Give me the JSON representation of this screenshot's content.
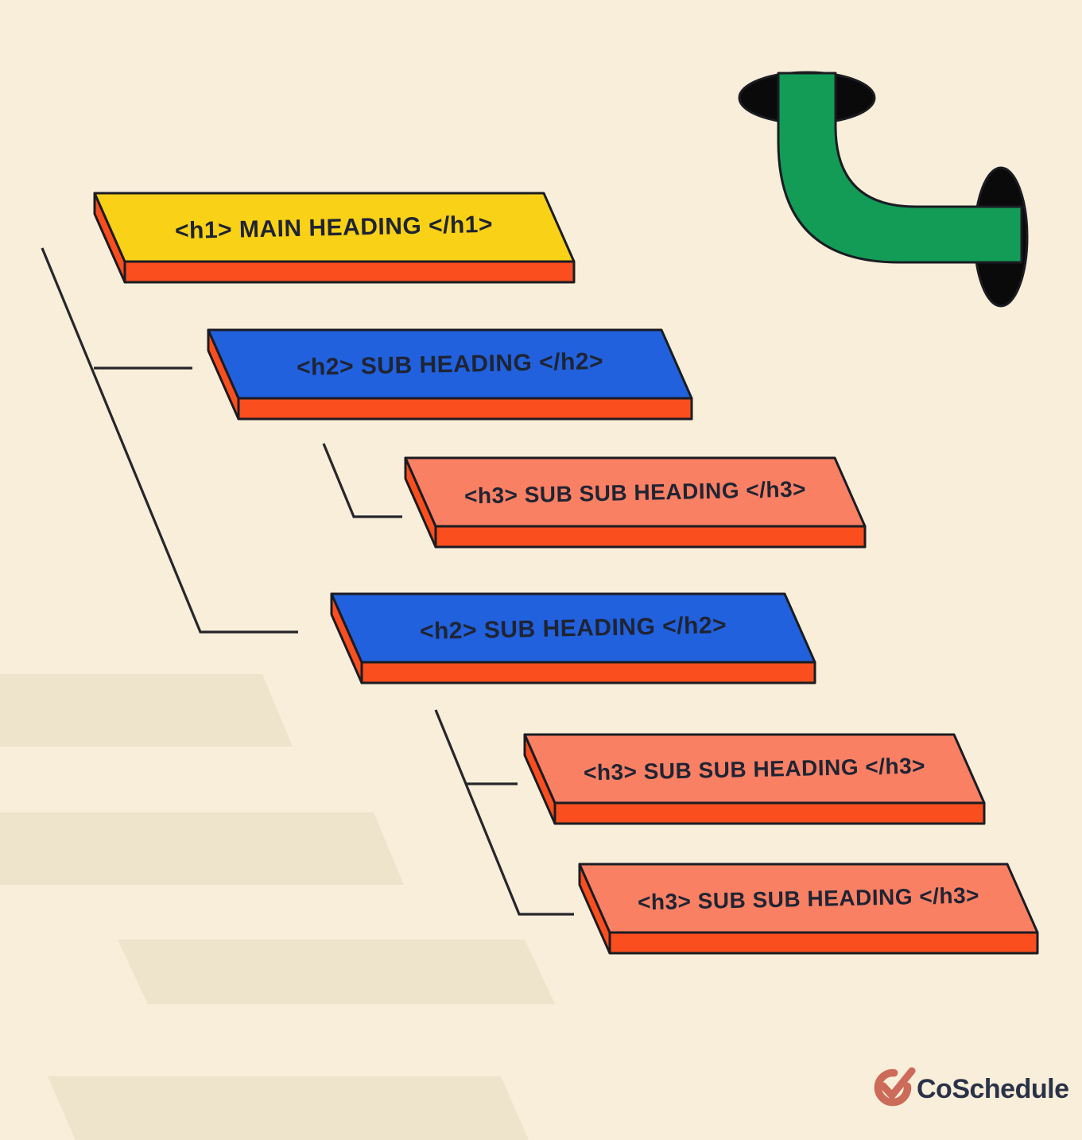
{
  "title": "HTML heading hierarchy diagram",
  "bars": [
    {
      "tag": "h1",
      "label": "<h1> MAIN HEADING </h1>",
      "face_color": "#F9D116"
    },
    {
      "tag": "h2",
      "label": "<h2> SUB HEADING </h2>",
      "face_color": "#2161DD"
    },
    {
      "tag": "h3",
      "label": "<h3> SUB SUB HEADING </h3>",
      "face_color": "#FA8064"
    },
    {
      "tag": "h2",
      "label": "<h2> SUB HEADING </h2>",
      "face_color": "#2161DD"
    },
    {
      "tag": "h3",
      "label": "<h3> SUB SUB HEADING </h3>",
      "face_color": "#FA8064"
    },
    {
      "tag": "h3",
      "label": "<h3> SUB SUB HEADING </h3>",
      "face_color": "#FA8064"
    }
  ],
  "colors": {
    "background": "#F8EED9",
    "deco": "#EEE4CC",
    "edge_orange": "#FA4E1E",
    "outline": "#1B1C22",
    "line": "#26262B",
    "bar_text": "#1F2433",
    "pipe_green": "#129C56",
    "pipe_hole": "#0A0A0A",
    "logo_coral": "#CC6B59",
    "logo_text_color": "#2A3247"
  },
  "logo": {
    "text": "CoSchedule",
    "icon": "check-circle-icon"
  }
}
